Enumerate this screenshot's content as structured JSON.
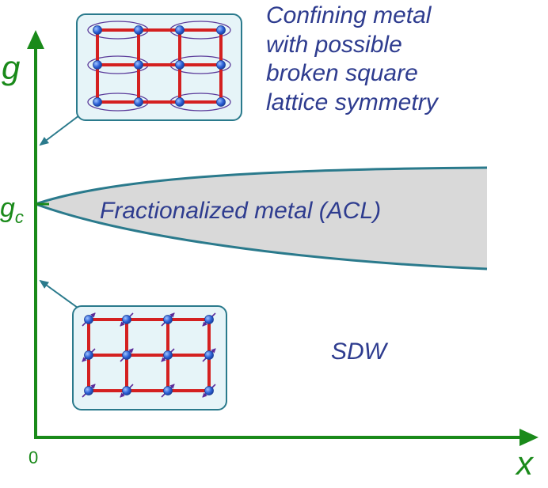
{
  "axes": {
    "y_label": "g",
    "x_label": "x",
    "origin_label": "0",
    "critical_label_main": "g",
    "critical_label_sub": "c"
  },
  "regions": {
    "confining": {
      "lines": [
        "Confining metal",
        "with possible",
        "broken square",
        "lattice symmetry"
      ]
    },
    "fractionalized": "Fractionalized metal (ACL)",
    "sdw": "SDW"
  },
  "colors": {
    "axis": "#1a8a1a",
    "region_text": "#2e3c8f",
    "boundary": "#2a7a8c",
    "shaded_region": "#d9d9d9",
    "inset_fill": "#e6f4f8",
    "lattice_bond": "#d42020",
    "lattice_site": "#2a5fd6",
    "dimer_ellipse": "#5a3a9a",
    "spin_arrow": "#5a2a9a"
  },
  "icons": {
    "inset_top": "valence-bond-lattice-icon",
    "inset_bottom": "spin-density-wave-lattice-icon"
  }
}
